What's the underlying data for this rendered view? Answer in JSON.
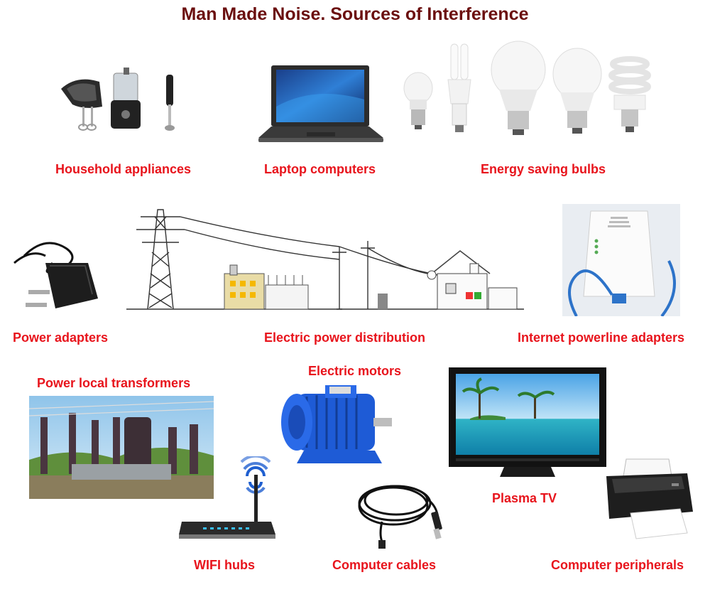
{
  "title": "Man Made Noise. Sources of Interference",
  "colors": {
    "title": "#6b0f0f",
    "label": "#e8141c"
  },
  "sources": [
    {
      "label": "Household appliances",
      "icon": "kitchen-appliances-icon"
    },
    {
      "label": "Laptop computers",
      "icon": "laptop-icon"
    },
    {
      "label": "Energy saving bulbs",
      "icon": "light-bulbs-icon"
    },
    {
      "label": "Power adapters",
      "icon": "power-adapter-icon"
    },
    {
      "label": "Electric power distribution",
      "icon": "power-grid-icon"
    },
    {
      "label": "Internet powerline adapters",
      "icon": "powerline-adapter-icon"
    },
    {
      "label": "Power local transformers",
      "icon": "substation-icon"
    },
    {
      "label": "Electric motors",
      "icon": "electric-motor-icon"
    },
    {
      "label": "WIFI hubs",
      "icon": "wifi-router-icon"
    },
    {
      "label": "Computer cables",
      "icon": "usb-cable-icon"
    },
    {
      "label": "Plasma TV",
      "icon": "plasma-tv-icon"
    },
    {
      "label": "Computer peripherals",
      "icon": "printer-icon"
    }
  ]
}
